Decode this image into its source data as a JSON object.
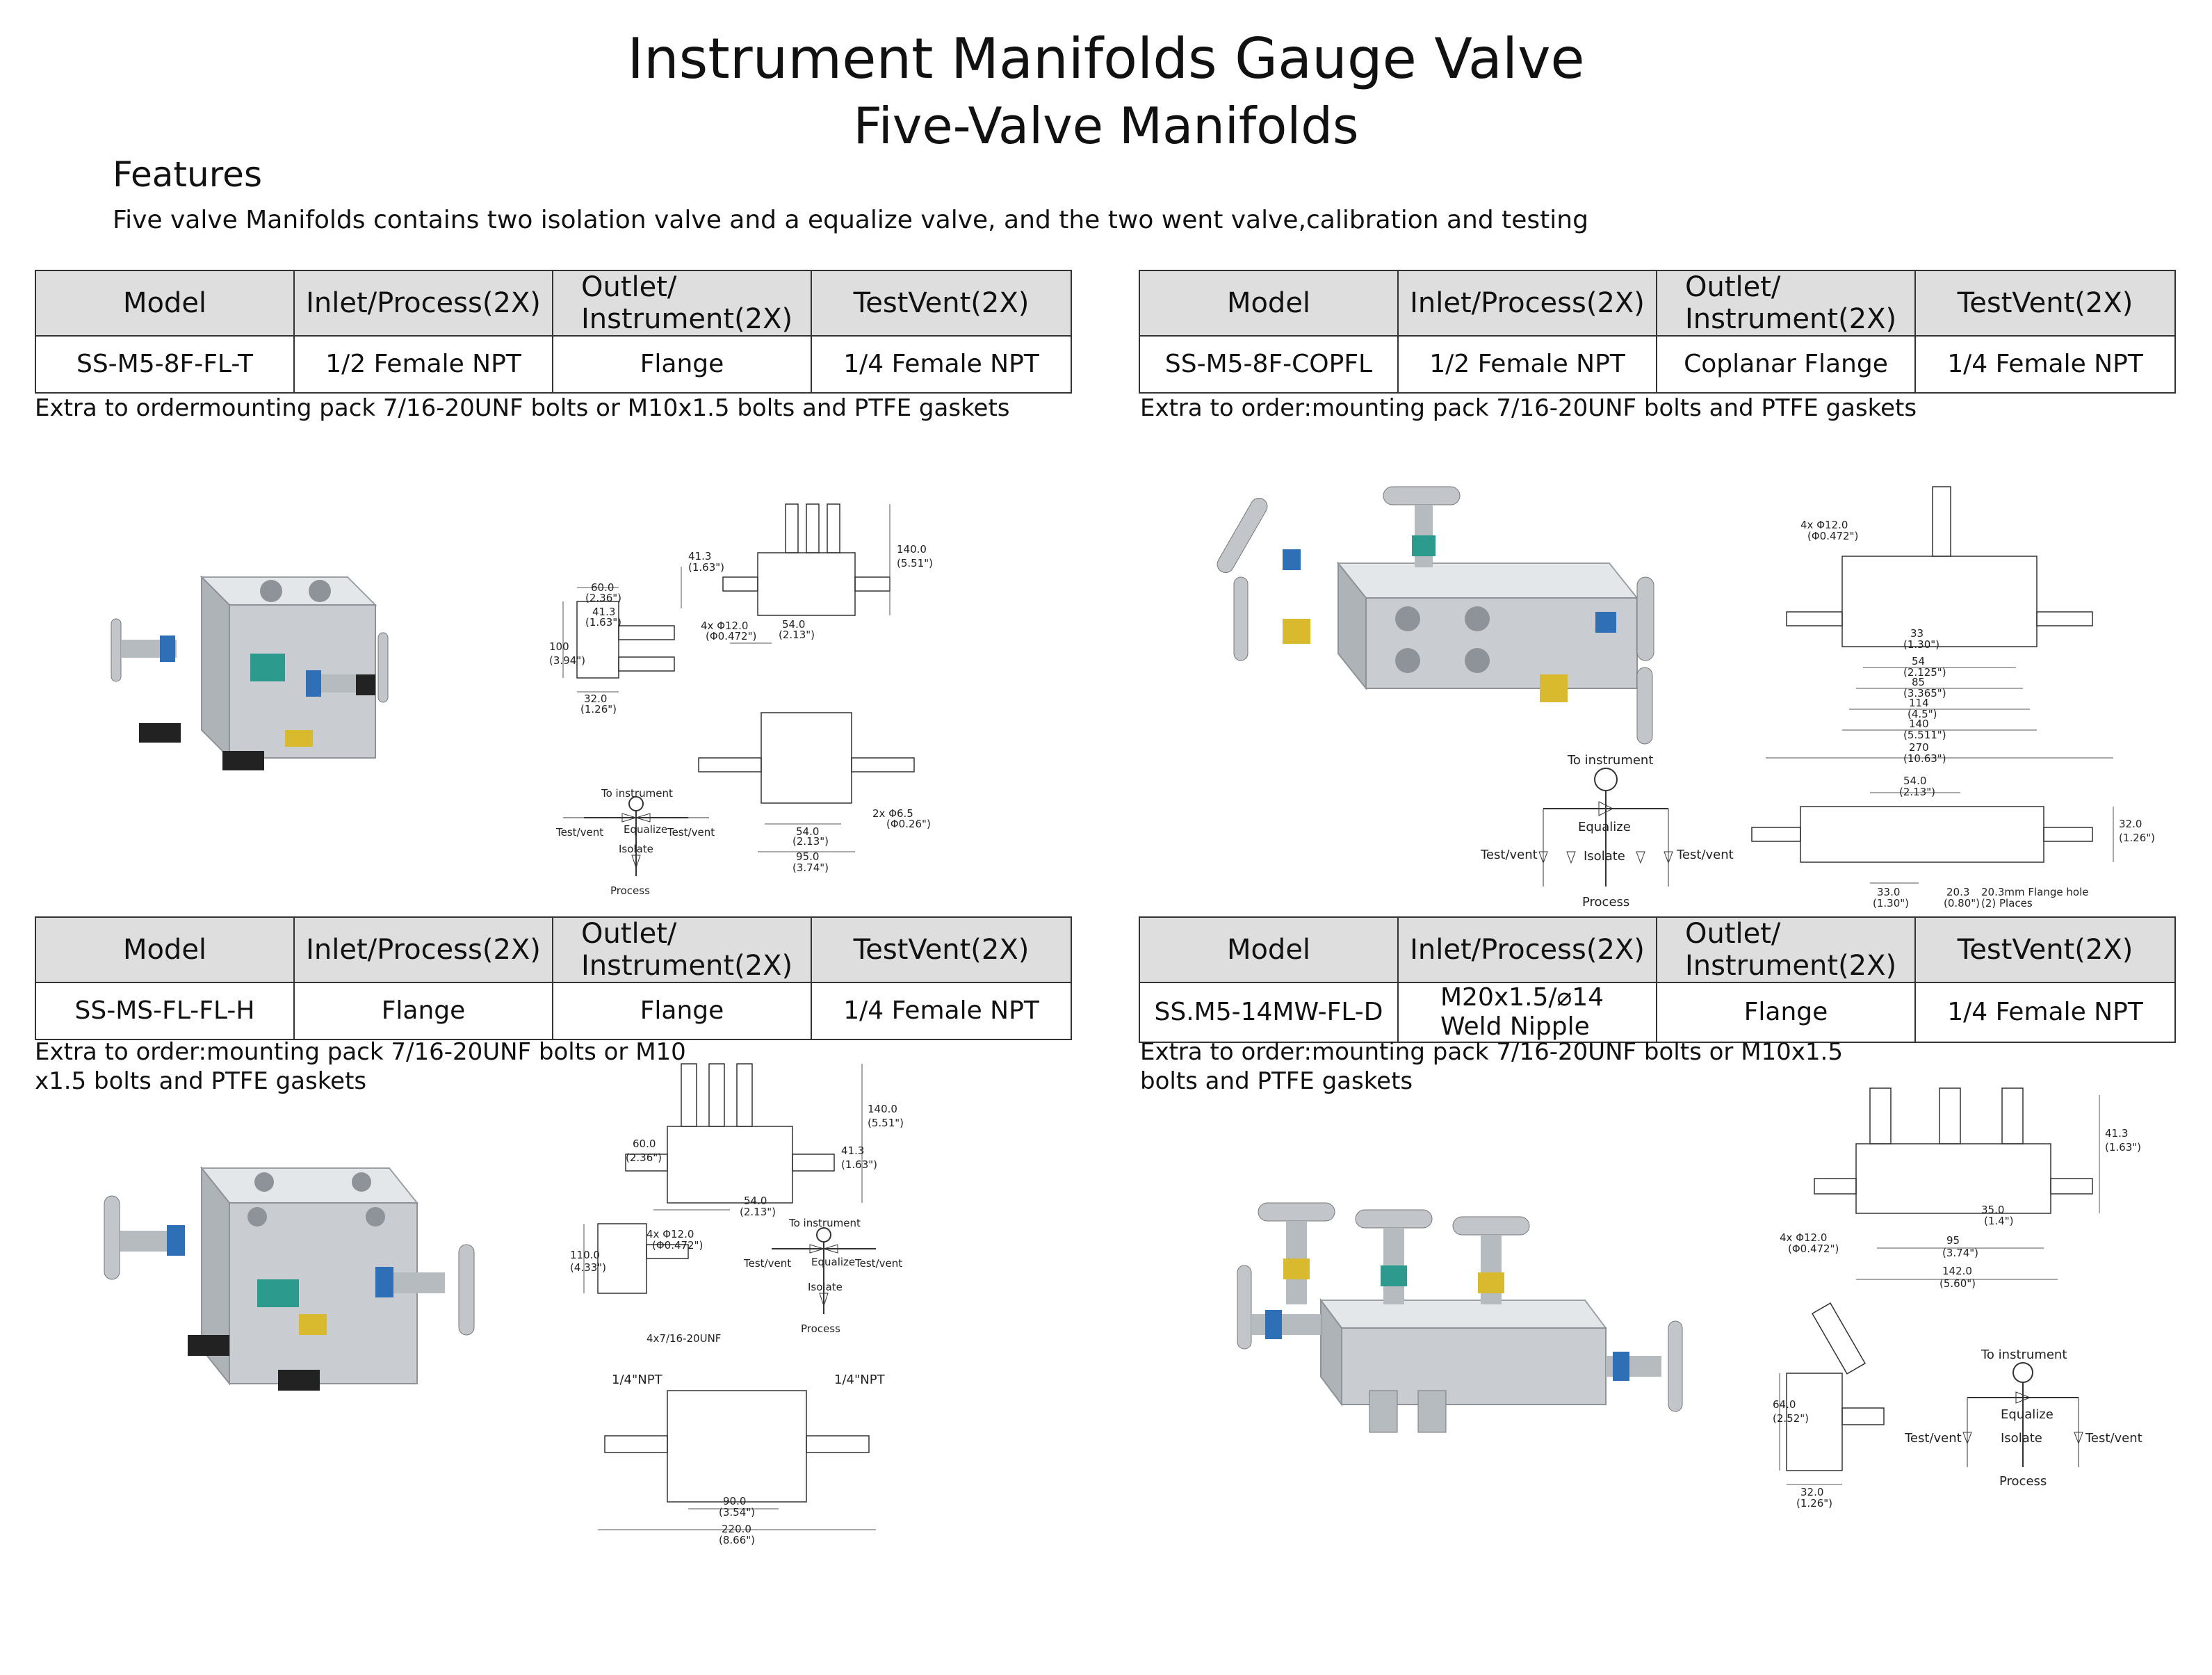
{
  "header": {
    "title": "Instrument Manifolds Gauge Valve",
    "subtitle": "Five-Valve Manifolds"
  },
  "features": {
    "heading": "Features",
    "text": "Five valve Manifolds contains two isolation valve and a equalize valve, and the two went valve,calibration and testing"
  },
  "table_headers": {
    "model": "Model",
    "inlet": "Inlet/Process(2X)",
    "outlet_line1": "Outlet/",
    "outlet_line2": "Instrument(2X)",
    "testvent": "TestVent(2X)"
  },
  "products": [
    {
      "model": "SS-M5-8F-FL-T",
      "inlet": "1/2 Female NPT",
      "outlet": "Flange",
      "testvent": "1/4 Female NPT",
      "note": "Extra to ordermounting pack 7/16-20UNF bolts or M10x1.5 bolts and PTFE gaskets"
    },
    {
      "model": "SS-M5-8F-COPFL",
      "inlet": "1/2 Female NPT",
      "outlet": "Coplanar Flange",
      "testvent": "1/4 Female NPT",
      "note": "Extra to order:mounting pack 7/16-20UNF bolts and PTFE gaskets"
    },
    {
      "model": "SS-MS-FL-FL-H",
      "inlet": "Flange",
      "outlet": "Flange",
      "testvent": "1/4 Female NPT",
      "note_line1": "Extra to order:mounting pack 7/16-20UNF bolts or M10",
      "note_line2": "x1.5 bolts and PTFE gaskets"
    },
    {
      "model": "SS.M5-14MW-FL-D",
      "inlet_line1": "M20x1.5/⌀14",
      "inlet_line2": "Weld Nipple",
      "outlet": "Flange",
      "testvent": "1/4 Female NPT",
      "note_line1": "Extra to order:mounting pack 7/16-20UNF bolts or M10x1.5",
      "note_line2": "bolts and PTFE gaskets"
    }
  ],
  "schematic": {
    "to_instrument": "To instrument",
    "equalize": "Equalize",
    "test_vent": "Test/vent",
    "isolate": "Isolate",
    "process": "Process"
  },
  "dims_a": {
    "d60": "60.0",
    "d60i": "(2.36\")",
    "d413": "41.3",
    "d413i": "(1.63\")",
    "d100": "100",
    "d100i": "(3.94\")",
    "d32": "32.0",
    "d32i": "(1.26\")",
    "d140": "140.0",
    "d140i": "(5.51\")",
    "hole": "4x Φ12.0",
    "holei": "(Φ0.472\")",
    "d54": "54.0",
    "d54i": "(2.13\")",
    "d65": "2x Φ6.5",
    "d65i": "(Φ0.26\")",
    "d95": "95.0",
    "d95i": "(3.74\")"
  },
  "dims_b": {
    "hole": "4x Φ12.0",
    "holei": "(Φ0.472\")",
    "d33": "33",
    "d33i": "(1.30\")",
    "d54": "54",
    "d54i": "(2.125\")",
    "d85": "85",
    "d85i": "(3.365\")",
    "d114": "114",
    "d114i": "(4.5\")",
    "d140": "140",
    "d140i": "(5.511\")",
    "d270": "270",
    "d270i": "(10.63\")",
    "s54": "54.0",
    "s54i": "(2.13\")",
    "s33": "33.0",
    "s33i": "(1.30\")",
    "s203": "20.3",
    "s203i": "(0.80\")",
    "flange_hole": "20.3mm Flange hole",
    "places": "(2) Places",
    "s320": "32.0",
    "s320i": "(1.26\")"
  },
  "dims_c": {
    "d60": "60.0",
    "d60i": "(2.36\")",
    "d54": "54.0",
    "d54i": "(2.13\")",
    "d140": "140.0",
    "d140i": "(5.51\")",
    "d413": "41.3",
    "d413i": "(1.63\")",
    "hole": "4x Φ12.0",
    "holei": "(Φ0.472\")",
    "d110": "110.0",
    "d110i": "(4.33\")",
    "bolt": "4x7/16-20UNF",
    "npt_left": "1/4\"NPT",
    "npt_right": "1/4\"NPT",
    "d90": "90.0",
    "d90i": "(3.54\")",
    "d220": "220.0",
    "d220i": "(8.66\")"
  },
  "dims_d": {
    "d413": "41.3",
    "d413i": "(1.63\")",
    "d35": "35.0",
    "d35i": "(1.4\")",
    "hole": "4x Φ12.0",
    "holei": "(Φ0.472\")",
    "d95": "95",
    "d95i": "(3.74\")",
    "d142": "142.0",
    "d142i": "(5.60\")",
    "d64": "64.0",
    "d64i": "(2.52\")",
    "d32": "32.0",
    "d32i": "(1.26\")"
  },
  "colors": {
    "table_header_bg": "#dedede",
    "steel_light": "#d6d9dc",
    "steel_dark": "#8d9399",
    "ring_blue": "#2f6fb5",
    "ring_yellow": "#d9b92e",
    "ring_teal": "#2c9b8d",
    "knob_black": "#222222"
  }
}
